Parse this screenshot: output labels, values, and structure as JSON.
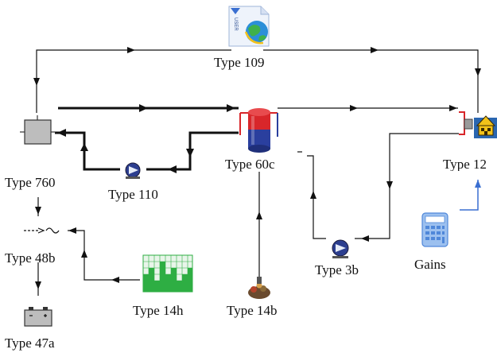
{
  "diagram": {
    "components": [
      {
        "id": "type109",
        "label": "Type 109",
        "icon": "weather-data-reader-icon"
      },
      {
        "id": "type760",
        "label": "Type 760",
        "icon": "module-box-icon"
      },
      {
        "id": "type110",
        "label": "Type 110",
        "icon": "pump-icon"
      },
      {
        "id": "type60c",
        "label": "Type 60c",
        "icon": "storage-tank-icon"
      },
      {
        "id": "type12",
        "label": "Type 12",
        "icon": "building-load-icon"
      },
      {
        "id": "type48b",
        "label": "Type 48b",
        "icon": "inverter-icon"
      },
      {
        "id": "type14h",
        "label": "Type 14h",
        "icon": "forcing-function-icon"
      },
      {
        "id": "type14b",
        "label": "Type 14b",
        "icon": "water-draw-icon"
      },
      {
        "id": "type3b",
        "label": "Type 3b",
        "icon": "pump-icon"
      },
      {
        "id": "gains",
        "label": "Gains",
        "icon": "calculator-icon"
      },
      {
        "id": "type47a",
        "label": "Type 47a",
        "icon": "battery-icon"
      }
    ],
    "colors": {
      "wire": "#111111",
      "link_blue": "#3a6fd1",
      "tank_red": "#d8262a",
      "tank_blue": "#2a3f9e",
      "forcing_green": "#2eae43",
      "calculator_blue": "#4f87d9"
    }
  }
}
